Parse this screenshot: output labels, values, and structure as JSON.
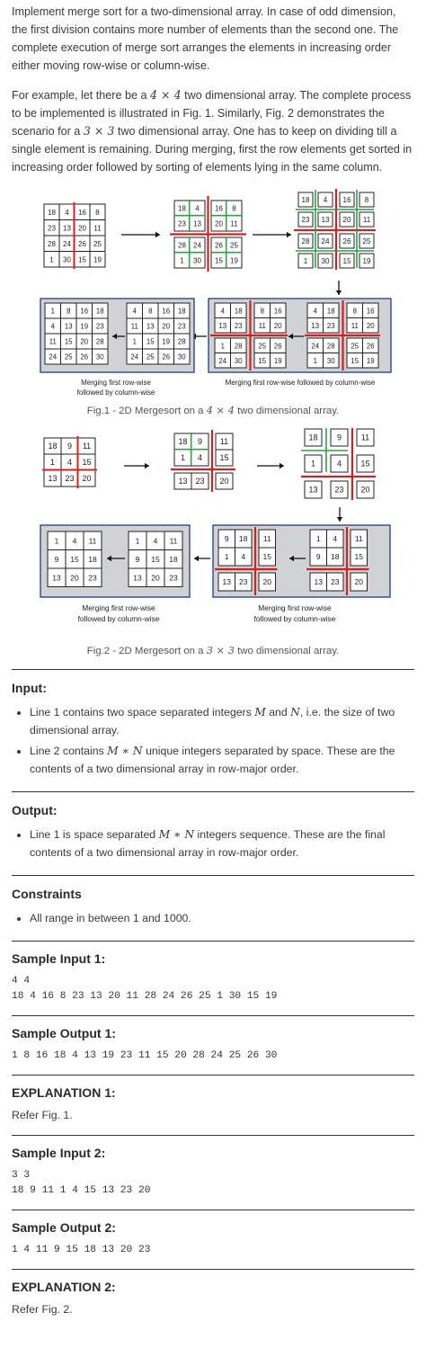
{
  "intro": {
    "p1": "Implement merge sort for a two-dimensional array. In case of odd dimension, the first division contains more number of elements than the second one. The complete execution of merge sort arranges the elements in increasing order either moving row-wise or column-wise.",
    "p2_a": "For example, let there be a ",
    "p2_m1": "4 × 4",
    "p2_b": " two dimensional array. The complete process to be implemented is illustrated in Fig. 1. Similarly, Fig. 2 demonstrates the scenario for a ",
    "p2_m2": "3 × 3",
    "p2_c": " two dimensional array. One has to keep on dividing till a single element is remaining. During merging, first the row elements get sorted in increasing order followed by sorting of elements lying in the same column."
  },
  "fig1": {
    "grid_a": [
      [
        18,
        4,
        16,
        8
      ],
      [
        23,
        13,
        20,
        11
      ],
      [
        28,
        24,
        26,
        25
      ],
      [
        1,
        30,
        15,
        19
      ]
    ],
    "grid_b": [
      [
        18,
        4,
        16,
        8
      ],
      [
        23,
        13,
        20,
        11
      ],
      [
        28,
        24,
        26,
        25
      ],
      [
        1,
        30,
        15,
        19
      ]
    ],
    "grid_c": [
      [
        18,
        4,
        16,
        8
      ],
      [
        23,
        13,
        20,
        11
      ],
      [
        28,
        24,
        26,
        25
      ],
      [
        1,
        30,
        15,
        19
      ]
    ],
    "grid_d": [
      [
        4,
        18,
        8,
        16
      ],
      [
        13,
        23,
        11,
        20
      ],
      [
        1,
        28,
        25,
        26
      ],
      [
        24,
        30,
        15,
        19
      ]
    ],
    "grid_e": [
      [
        4,
        18,
        8,
        16
      ],
      [
        13,
        23,
        11,
        20
      ],
      [
        24,
        28,
        25,
        26
      ],
      [
        1,
        30,
        15,
        19
      ]
    ],
    "grid_f": [
      [
        4,
        8,
        16,
        18
      ],
      [
        11,
        13,
        20,
        23
      ],
      [
        1,
        15,
        19,
        28
      ],
      [
        24,
        25,
        26,
        30
      ]
    ],
    "grid_g": [
      [
        1,
        8,
        16,
        18
      ],
      [
        4,
        13,
        19,
        23
      ],
      [
        11,
        15,
        20,
        28
      ],
      [
        24,
        25,
        26,
        30
      ]
    ],
    "label_left_1": "Merging first row-wise",
    "label_left_2": "followed by column-wise",
    "label_right": "Merging first row-wise followed by column-wise",
    "caption_a": "Fig.1 - 2D Mergesort on a ",
    "caption_m": "4 × 4",
    "caption_b": " two dimensional array."
  },
  "fig2": {
    "grid_a": [
      [
        18,
        9,
        11
      ],
      [
        1,
        4,
        15
      ],
      [
        13,
        23,
        20
      ]
    ],
    "grid_b": [
      [
        18,
        9,
        11
      ],
      [
        1,
        4,
        15
      ],
      [
        13,
        23,
        20
      ]
    ],
    "grid_c": [
      [
        18,
        9,
        11
      ],
      [
        1,
        4,
        15
      ],
      [
        13,
        23,
        20
      ]
    ],
    "grid_d": [
      [
        9,
        18,
        11
      ],
      [
        1,
        4,
        15
      ],
      [
        13,
        23,
        20
      ]
    ],
    "grid_e": [
      [
        1,
        4,
        11
      ],
      [
        9,
        18,
        15
      ],
      [
        13,
        23,
        20
      ]
    ],
    "grid_f": [
      [
        1,
        4,
        11
      ],
      [
        9,
        15,
        18
      ],
      [
        13,
        20,
        23
      ]
    ],
    "grid_g": [
      [
        1,
        4,
        11
      ],
      [
        9,
        15,
        18
      ],
      [
        13,
        20,
        23
      ]
    ],
    "label_left_1": "Merging first row-wise",
    "label_left_2": "followed by column-wise",
    "label_right_1": "Merging first row-wise",
    "label_right_2": "followed by column-wise",
    "caption_a": "Fig.2 - 2D Mergesort on a ",
    "caption_m": "3 × 3",
    "caption_b": " two dimensional array."
  },
  "input": {
    "heading": "Input:",
    "li1_a": "Line 1 contains two space separated integers ",
    "li1_M": "M",
    "li1_and": " and ",
    "li1_N": "N",
    "li1_b": ", i.e. the size of two dimensional array.",
    "li2_a": "Line 2 contains ",
    "li2_m": "M ∗ N",
    "li2_b": " unique integers separated by space. These are the contents of a two dimensional array in row-major order."
  },
  "output": {
    "heading": "Output:",
    "li1_a": "Line 1 is space separated ",
    "li1_m": "M ∗ N",
    "li1_b": " integers sequence. These are the final contents of a two dimensional array in row-major order."
  },
  "constraints": {
    "heading": "Constraints",
    "li1": "All range in between 1 and 1000."
  },
  "sample_input_1": {
    "heading": "Sample Input 1:",
    "line1": "4 4",
    "line2": "18 4 16 8 23 13 20 11 28 24 26 25 1 30 15 19"
  },
  "sample_output_1": {
    "heading": "Sample Output 1:",
    "line1": "1 8 16 18 4 13 19 23 11 15 20 28 24 25 26 30"
  },
  "explanation_1": {
    "heading": "EXPLANATION 1:",
    "text": "Refer Fig. 1."
  },
  "sample_input_2": {
    "heading": "Sample Input 2:",
    "line1": "3 3",
    "line2": "18 9 11 1 4 15 13 23 20"
  },
  "sample_output_2": {
    "heading": "Sample Output 2:",
    "line1": "1 4 11 9 15 18 13 20 23"
  },
  "explanation_2": {
    "heading": "EXPLANATION 2:",
    "text": "Refer Fig. 2."
  },
  "colors": {
    "split_red": "#d42020",
    "split_green": "#2fa043",
    "panel_fill": "#d0d2d6",
    "panel_border": "#2e4a8a"
  }
}
